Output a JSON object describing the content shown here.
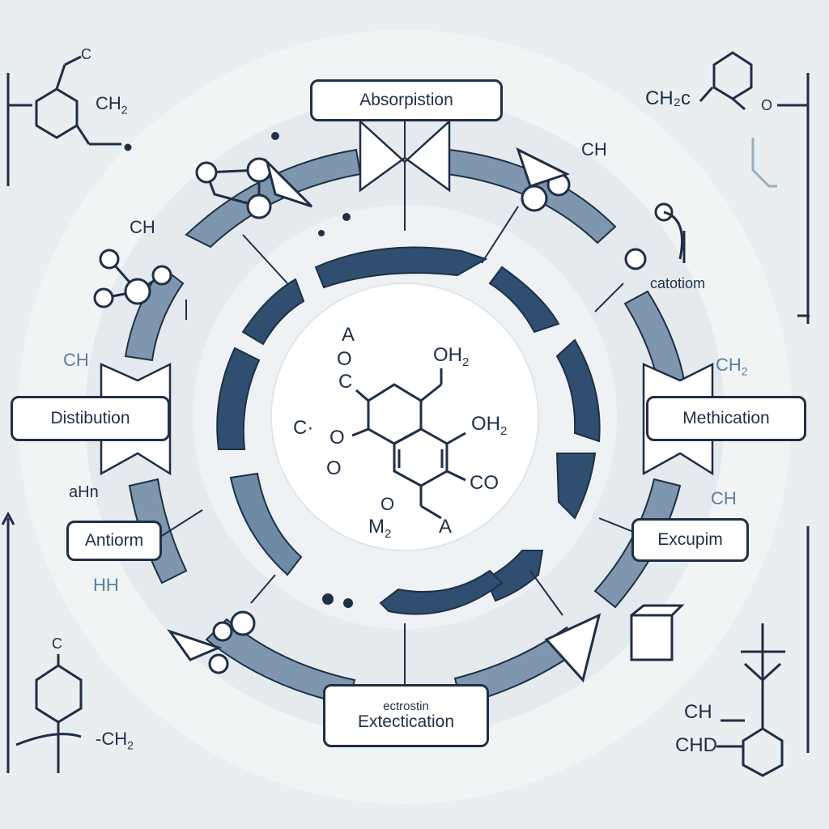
{
  "stages": {
    "top": "Absorpistion",
    "left": "Distibution",
    "right": "Methication",
    "right_lower": "Excupim",
    "left_lower": "Antiorm",
    "right_upper": "catotiom",
    "bottom_small": "ectrostin",
    "bottom": "Extectication"
  },
  "center_molecule": {
    "a_top": "A",
    "oc_top": "O",
    "oc_bot": "C",
    "oh2_top": "OH",
    "oh2_top_sub": "2",
    "c_left": "C·",
    "o_left": "O",
    "o_left_bot": "O",
    "oh2_mid": "OH",
    "oh2_mid_sub": "2",
    "co": "CO",
    "o_bot": "O",
    "m2": "M",
    "m2_sub": "2",
    "a_bot": "A"
  },
  "ring_labels": {
    "ch_upper_left": "CH",
    "ch_upper_right": "CH",
    "ch_left": "CH",
    "ahn": "aHn",
    "hh": "HH",
    "ch2_right": "CH",
    "ch2_right_sub": "2",
    "ch_right": "CH"
  },
  "corners": {
    "tl_c": "C",
    "tl_ch2": "CH",
    "tl_ch2_sub": "2",
    "tr_ch2c": "CH₂c",
    "tr_o": "O",
    "bl_c": "C",
    "bl_ch2": "-CH",
    "bl_ch2_sub": "2",
    "br_ch": "CH",
    "br_chd": "CHD"
  },
  "colors": {
    "background": "#e9eef0",
    "ink": "#1f2f45",
    "arrow_dark": "#2f4e70",
    "arrow_light": "#7f97ae"
  }
}
